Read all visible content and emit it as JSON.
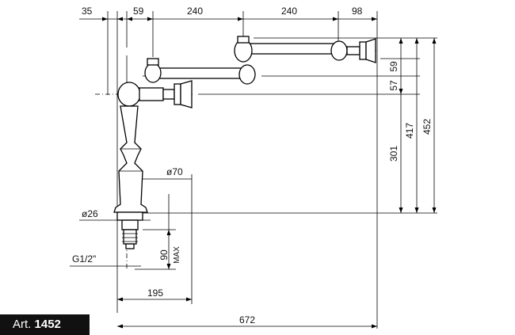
{
  "drawing": {
    "dimensions": {
      "top": [
        "35",
        "59",
        "240",
        "240",
        "98"
      ],
      "right": [
        "59",
        "57",
        "301",
        "417",
        "452"
      ],
      "dia_70": "ø70",
      "dia_26": "ø26",
      "thread": "G1/2\"",
      "max_90": "90",
      "max_label": "MAX",
      "width_195": "195",
      "width_672": "672"
    }
  },
  "badge": {
    "prefix": "Art.",
    "number": "1452"
  }
}
